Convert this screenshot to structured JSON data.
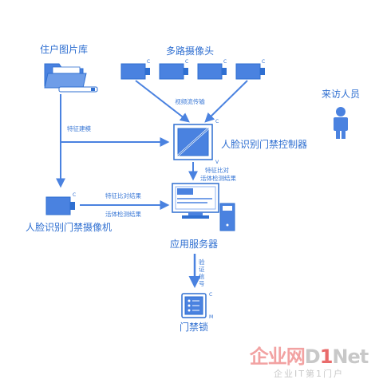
{
  "nodes": {
    "photo_library": "住户图片库",
    "cameras": "多路摄像头",
    "visitor": "来访人员",
    "controller": "人脸识别门禁控制器",
    "face_camera": "人脸识别门禁摄像机",
    "app_server": "应用服务器",
    "door_lock": "门禁锁"
  },
  "edges": {
    "video_stream": "视频流传输",
    "feature_modeling": "特征建模",
    "ctrl_result_1": "特征比对",
    "ctrl_result_2": "活体检测结果",
    "cam_result_1": "特征比对结果",
    "cam_result_2": "活体检测结果",
    "signal_v": [
      "验",
      "证",
      "信",
      "号"
    ]
  },
  "markers": {
    "c": "C",
    "v": "V",
    "m": "M"
  },
  "watermark": {
    "brand_cn": "企业网",
    "brand_d": "D",
    "brand_1": "1",
    "brand_net": "Net",
    "subtitle": "企业IT第1门户"
  },
  "colors": {
    "primary": "#2f6fd1",
    "fill": "#4a82e0",
    "light": "#8fb3f0",
    "icon": "person-icon"
  }
}
